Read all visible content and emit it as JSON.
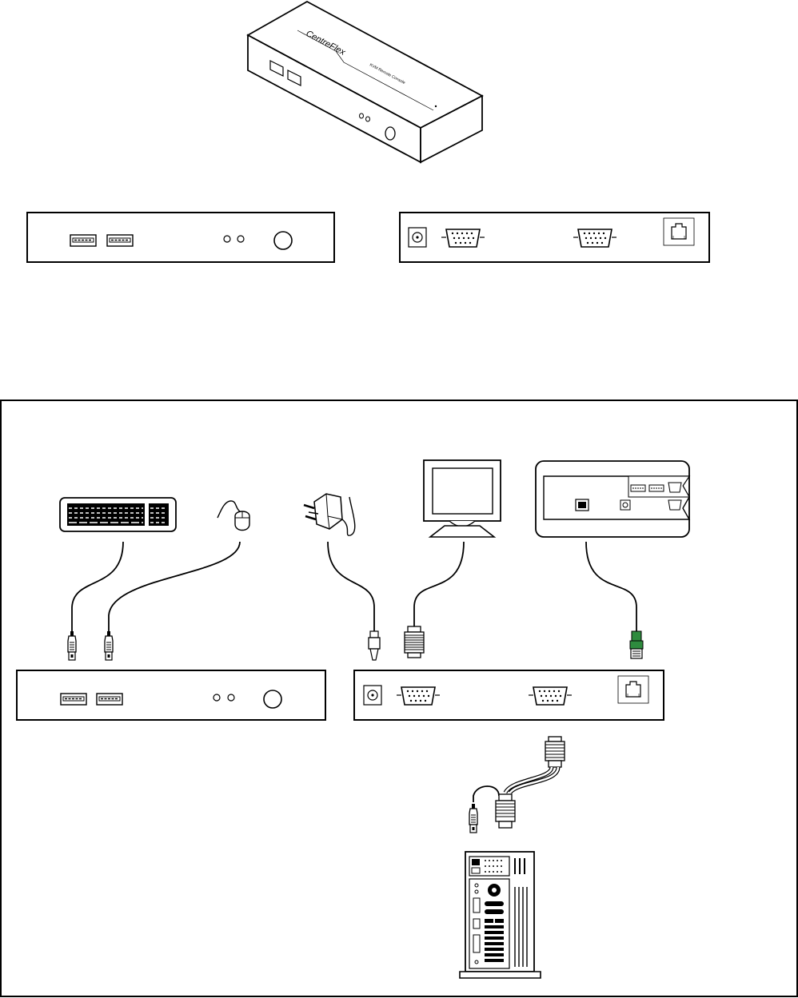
{
  "device": {
    "brand_logo_text": "CentreFlex",
    "model_caption": "KVM Remote Console"
  },
  "views": [
    "device-perspective",
    "front-panel",
    "rear-panel",
    "connection-diagram"
  ],
  "peripherals": [
    "keyboard",
    "mouse",
    "power-adapter",
    "monitor",
    "network-switch",
    "computer"
  ],
  "icons": [
    "usb-port-icon",
    "led-icon",
    "power-button-icon",
    "dc-jack-icon",
    "vga-port-icon",
    "rj45-port-icon",
    "usb-plug-icon",
    "dc-plug-icon",
    "vga-plug-icon",
    "rj45-plug-icon"
  ],
  "colors": {
    "line": "#000000",
    "background": "#ffffff",
    "rj45_plug": "#2e8b3e"
  }
}
